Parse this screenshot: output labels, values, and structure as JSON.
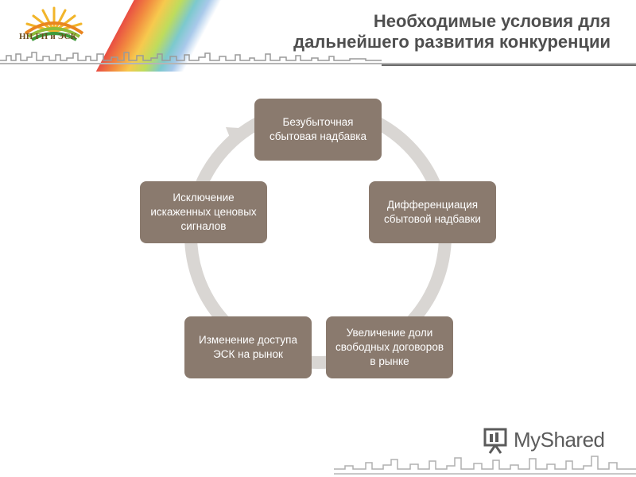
{
  "header": {
    "logo_text": "НП ГП и ЭСК",
    "title_line1": "Необходимые условия для",
    "title_line2": "дальнейшего развития конкуренции"
  },
  "diagram": {
    "nodes": [
      {
        "id": "top",
        "text": "Безубыточная сбытовая надбавка"
      },
      {
        "id": "right",
        "text": "Дифференциация сбытовой надбавки"
      },
      {
        "id": "bottom-right",
        "text": "Увеличение доли свободных договоров в рынке"
      },
      {
        "id": "bottom-left",
        "text": "Изменение доступа ЭСК на рынок"
      },
      {
        "id": "left",
        "text": "Исключение искаженных ценовых сигналов"
      }
    ],
    "node_color": "#8a7a6e",
    "ring_color": "#d9d6d3"
  },
  "watermark": {
    "text": "MyShared"
  }
}
